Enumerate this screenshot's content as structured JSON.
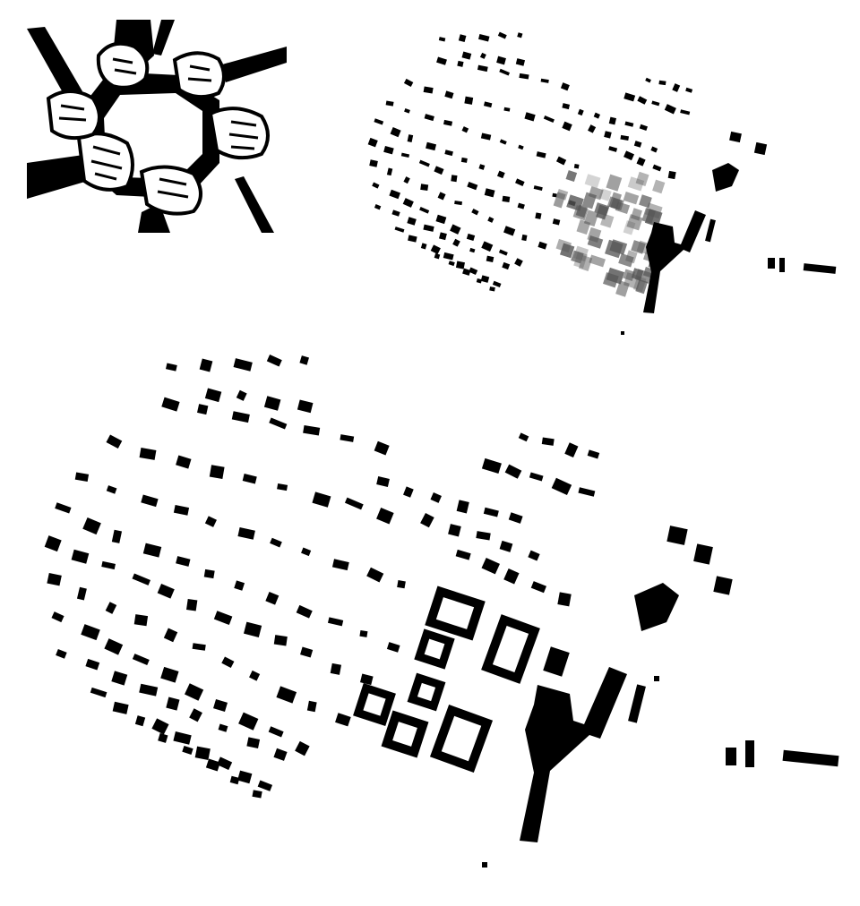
{
  "figure": {
    "panels": [
      "hands-illustration",
      "site-plan-existing",
      "site-plan-proposed"
    ]
  },
  "colors": {
    "background": "#ffffff",
    "ink": "#000000",
    "overlay_gray": "#555555"
  },
  "icons": [
    "linked-hands-icon"
  ]
}
